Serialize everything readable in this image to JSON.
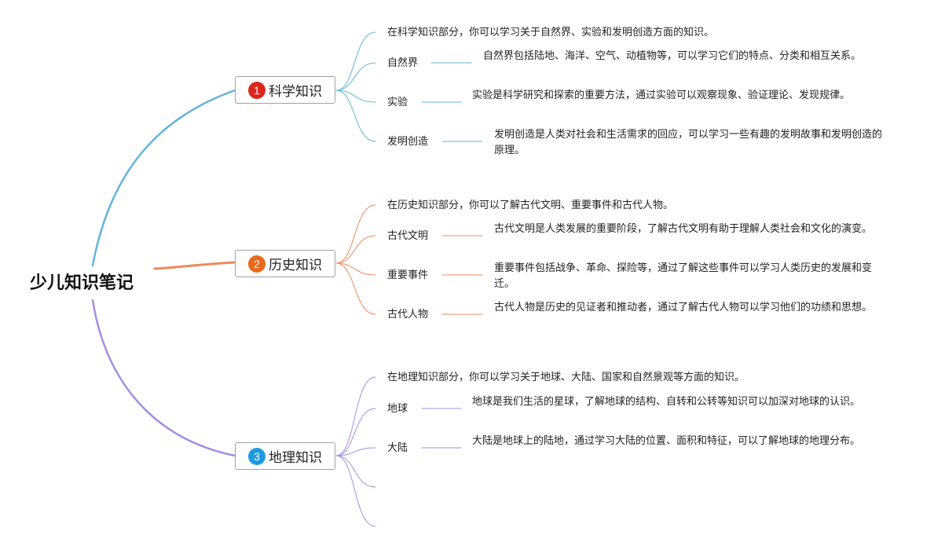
{
  "root": {
    "label": "少儿知识笔记"
  },
  "branches": [
    {
      "number": "1",
      "label": "科学知识",
      "color": "#62b4d8",
      "badge_color": "#d9281e",
      "intro": "在科学知识部分，你可以学习关于自然界、实验和发明创造方面的知识。",
      "items": [
        {
          "label": "自然界",
          "desc": "自然界包括陆地、海洋、空气、动植物等，可以学习它们的特点、分类和相互关系。"
        },
        {
          "label": "实验",
          "desc": "实验是科学研究和探索的重要方法，通过实验可以观察现象、验证理论、发现规律。"
        },
        {
          "label": "发明创造",
          "desc": "发明创造是人类对社会和生活需求的回应，可以学习一些有趣的发明故事和发明创造的原理。"
        }
      ]
    },
    {
      "number": "2",
      "label": "历史知识",
      "color": "#ee8a5c",
      "badge_color": "#e8681c",
      "intro": "在历史知识部分，你可以了解古代文明、重要事件和古代人物。",
      "items": [
        {
          "label": "古代文明",
          "desc": "古代文明是人类发展的重要阶段，了解古代文明有助于理解人类社会和文化的演变。"
        },
        {
          "label": "重要事件",
          "desc": "重要事件包括战争、革命、探险等，通过了解这些事件可以学习人类历史的发展和变迁。"
        },
        {
          "label": "古代人物",
          "desc": "古代人物是历史的见证者和推动者，通过了解古代人物可以学习他们的功绩和思想。"
        }
      ]
    },
    {
      "number": "3",
      "label": "地理知识",
      "color": "#a48ee0",
      "badge_color": "#1e9be0",
      "intro": "在地理知识部分，你可以学习关于地球、大陆、国家和自然景观等方面的知识。",
      "items": [
        {
          "label": "地球",
          "desc": "地球是我们生活的星球，了解地球的结构、自转和公转等知识可以加深对地球的认识。"
        },
        {
          "label": "大陆",
          "desc": "大陆是地球上的陆地，通过学习大陆的位置、面积和特征，可以了解地球的地理分布。"
        },
        {
          "label": "",
          "desc": ""
        },
        {
          "label": "",
          "desc": ""
        }
      ]
    }
  ]
}
